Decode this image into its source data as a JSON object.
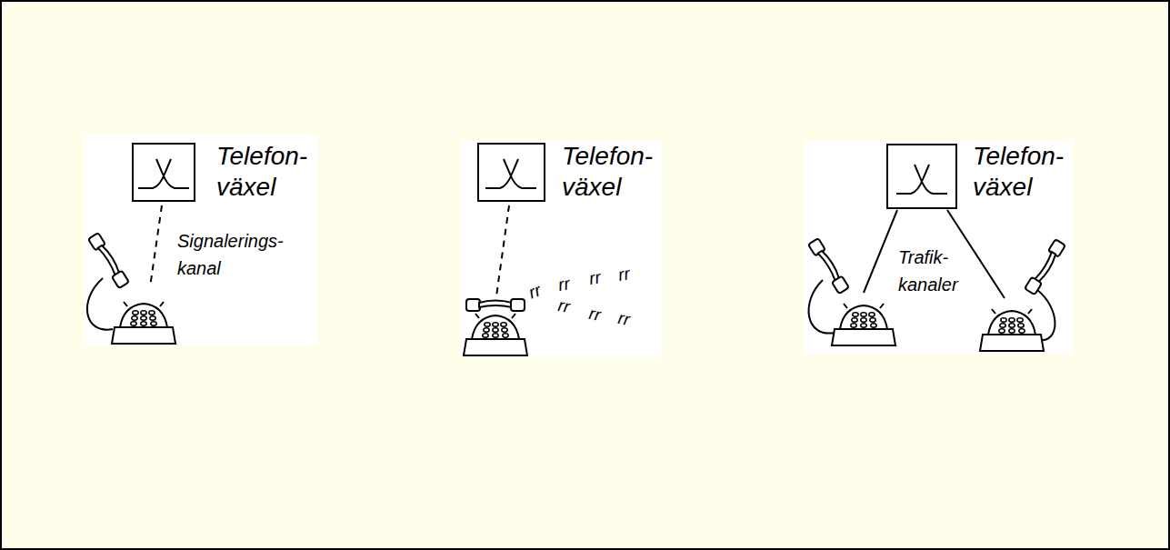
{
  "diagram": {
    "nodes": [
      {
        "text": [
          "Telefon- växel"
        ]
      },
      {
        "text": [
          "Telefon- växel"
        ]
      },
      {
        "text": [
          "Telefon- växel"
        ]
      }
    ],
    "labels": [
      "Signalerings- kanal",
      "rr",
      "rr",
      "rr",
      "rr",
      "rr",
      "rr",
      "rr",
      "Trafik- kanaler"
    ]
  }
}
